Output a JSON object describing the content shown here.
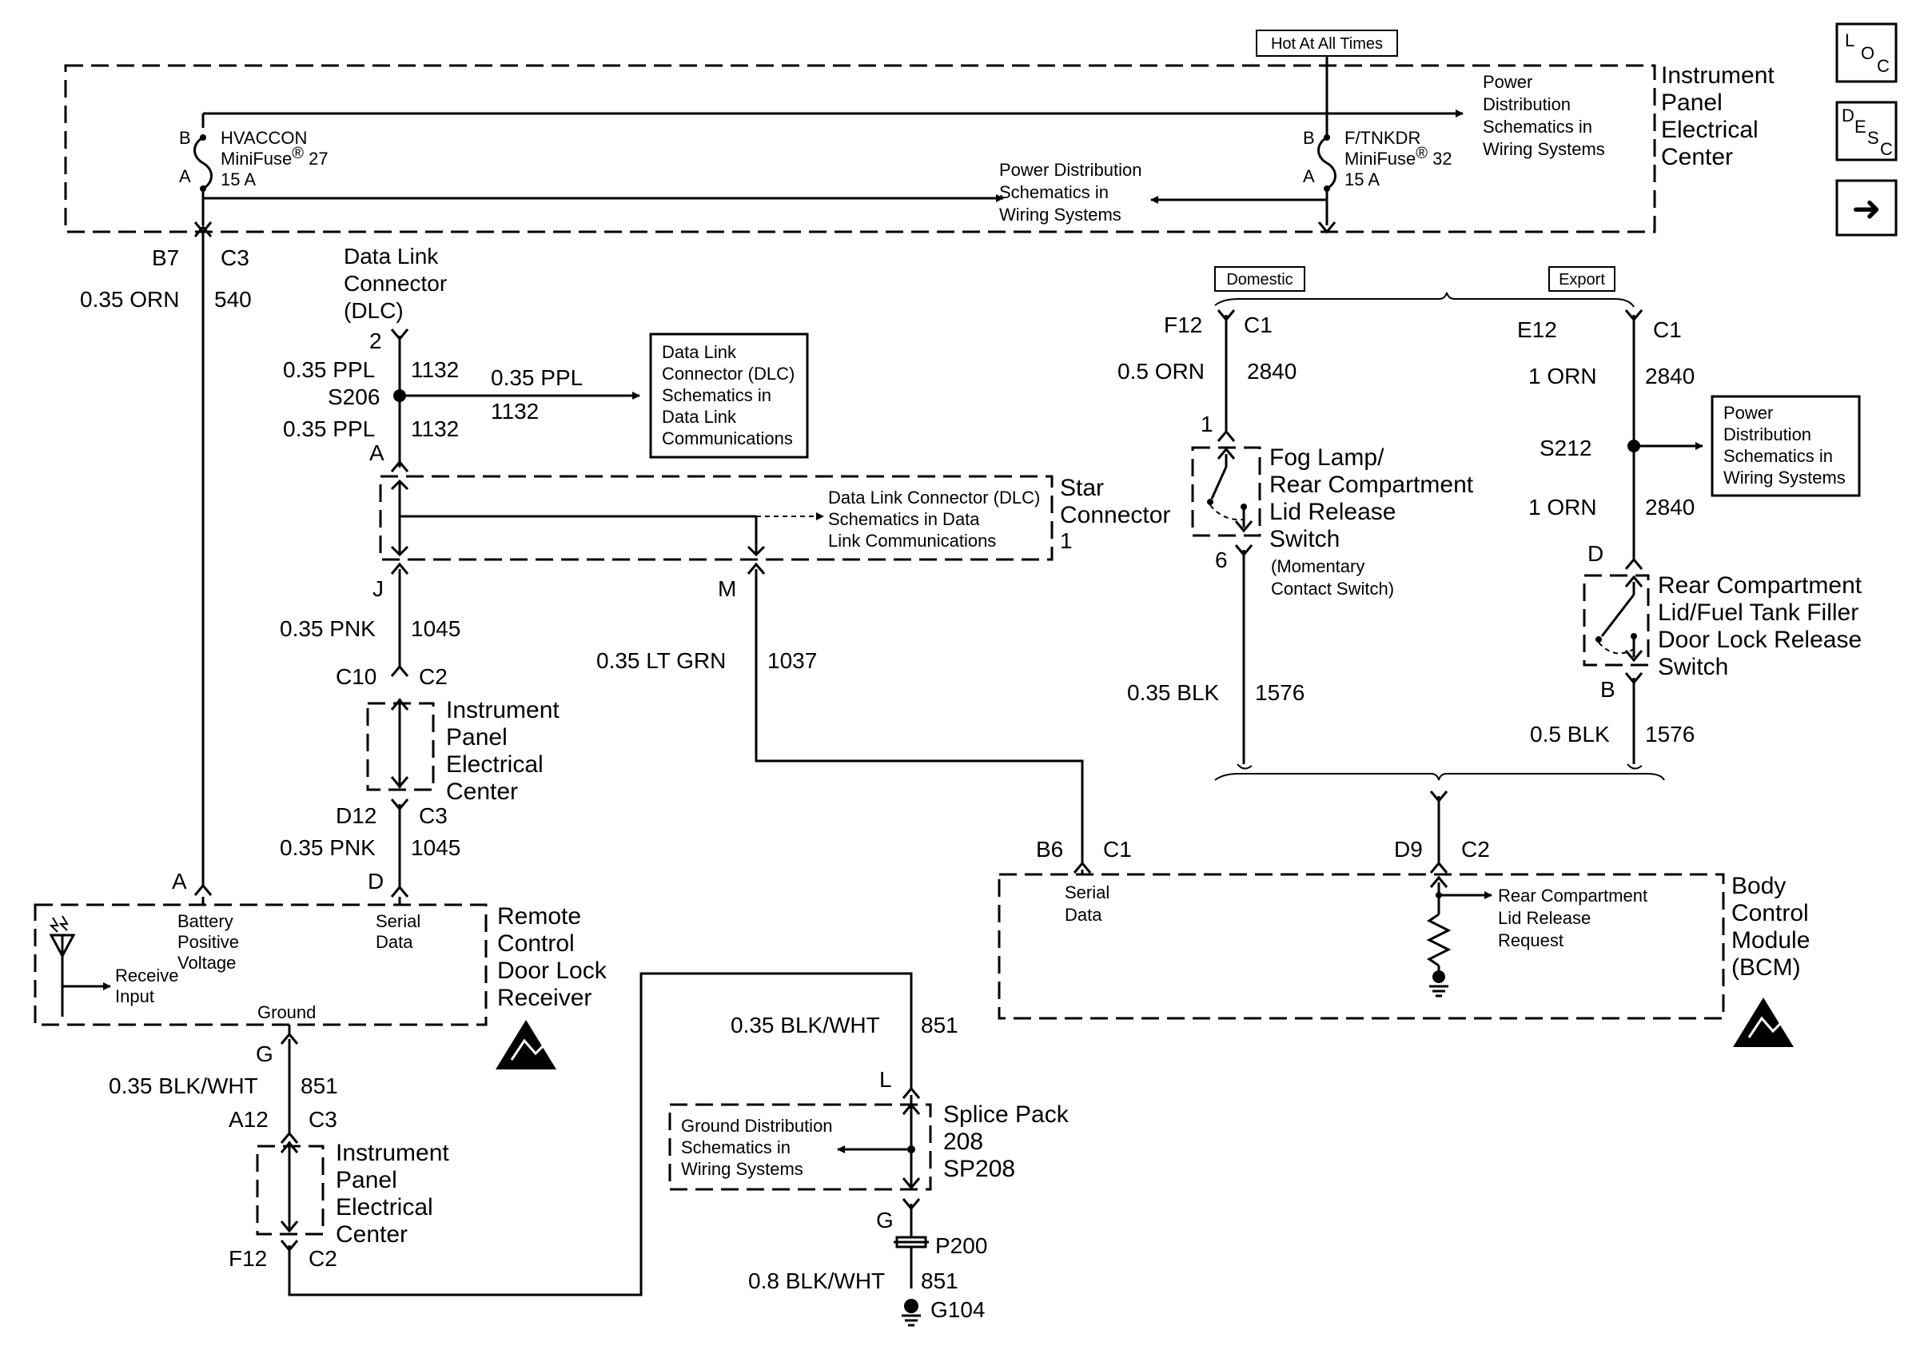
{
  "hot_label": "Hot At All Times",
  "ipec": {
    "title": [
      "Instrument",
      "Panel",
      "Electrical",
      "Center"
    ],
    "fuse_left": {
      "pin_b": "B",
      "pin_a": "A",
      "name": "HVACCON",
      "minifuse": "MiniFuse",
      "reg": "®",
      "number": "27",
      "rating": "15 A"
    },
    "fuse_right": {
      "pin_b": "B",
      "pin_a": "A",
      "name": "F/TNKDR",
      "minifuse": "MiniFuse",
      "reg": "®",
      "number": "32",
      "rating": "15 A"
    },
    "power_ref_mid": [
      "Power Distribution",
      "Schematics in",
      "Wiring Systems"
    ],
    "power_ref_right": [
      "Power",
      "Distribution",
      "Schematics in",
      "Wiring Systems"
    ]
  },
  "side_icons": {
    "loc": [
      "L",
      "O",
      "C"
    ],
    "desc": [
      "D",
      "E",
      "S",
      "C"
    ],
    "next": "➜"
  },
  "left_wire": {
    "pin": "B7",
    "conn": "C3",
    "wire": "0.35 ORN",
    "circuit": "540",
    "receiver_pin": "A"
  },
  "dlc": {
    "title": [
      "Data Link",
      "Connector",
      "(DLC)"
    ],
    "pin": "2",
    "wire1": "0.35 PPL",
    "circuit1": "1132",
    "splice": "S206",
    "branch_wire": "0.35 PPL",
    "branch_circuit": "1132",
    "ref": [
      "Data Link",
      "Connector (DLC)",
      "Schematics in",
      "Data Link",
      "Communications"
    ],
    "wire2": "0.35 PPL",
    "circuit2": "1132",
    "pin_a": "A"
  },
  "star": {
    "title": [
      "Star",
      "Connector",
      "1"
    ],
    "ref": [
      "Data Link Connector (DLC)",
      "Schematics in Data",
      "Link Communications"
    ],
    "pin_j": "J",
    "pin_m": "M"
  },
  "mid_wire": {
    "wire1": "0.35 PNK",
    "circuit1": "1045",
    "pin_c10": "C10",
    "conn_c2": "C2",
    "ipec_title": [
      "Instrument",
      "Panel",
      "Electrical",
      "Center"
    ],
    "pin_d12": "D12",
    "conn_c3": "C3",
    "wire2": "0.35 PNK",
    "circuit2": "1045",
    "receiver_pin": "D"
  },
  "lt_grn": {
    "wire": "0.35 LT GRN",
    "circuit": "1037"
  },
  "receiver": {
    "title": [
      "Remote",
      "Control",
      "Door Lock",
      "Receiver"
    ],
    "battery": [
      "Battery",
      "Positive",
      "Voltage"
    ],
    "serial": [
      "Serial",
      "Data"
    ],
    "receive": [
      "Receive",
      "Input"
    ],
    "ground": "Ground"
  },
  "ground_wire": {
    "pin_g": "G",
    "wire": "0.35 BLK/WHT",
    "circuit": "851",
    "pin_a12": "A12",
    "conn_c3": "C3",
    "ipec_title": [
      "Instrument",
      "Panel",
      "Electrical",
      "Center"
    ],
    "pin_f12": "F12",
    "conn_c2": "C2"
  },
  "splice_pack": {
    "wire": "0.35 BLK/WHT",
    "circuit": "851",
    "pin_l": "L",
    "title": [
      "Splice Pack",
      "208",
      "SP208"
    ],
    "ref": [
      "Ground Distribution",
      "Schematics in",
      "Wiring Systems"
    ],
    "pin_g": "G",
    "p200": "P200",
    "wire2": "0.8 BLK/WHT",
    "circuit2": "851",
    "g104": "G104"
  },
  "domestic": {
    "label": "Domestic",
    "pin": "F12",
    "conn": "C1",
    "wire": "0.5 ORN",
    "circuit": "2840",
    "pin1": "1",
    "switch_title": [
      "Fog Lamp/",
      "Rear Compartment",
      "Lid Release",
      "Switch"
    ],
    "switch_note": [
      "(Momentary",
      "Contact Switch)"
    ],
    "pin6": "6",
    "wire2": "0.35 BLK",
    "circuit2": "1576"
  },
  "export": {
    "label": "Export",
    "pin": "E12",
    "conn": "C1",
    "wire": "1 ORN",
    "circuit": "2840",
    "splice": "S212",
    "ref": [
      "Power",
      "Distribution",
      "Schematics in",
      "Wiring Systems"
    ],
    "wire_b": "1 ORN",
    "circuit_b": "2840",
    "pin_d": "D",
    "switch_title": [
      "Rear Compartment",
      "Lid/Fuel Tank Filler",
      "Door Lock Release",
      "Switch"
    ],
    "pin_b": "B",
    "wire2": "0.5 BLK",
    "circuit2": "1576"
  },
  "bcm": {
    "title": [
      "Body",
      "Control",
      "Module",
      "(BCM)"
    ],
    "pin_b6": "B6",
    "conn_c1": "C1",
    "serial": [
      "Serial",
      "Data"
    ],
    "pin_d9": "D9",
    "conn_c2": "C2",
    "request": [
      "Rear Compartment",
      "Lid Release",
      "Request"
    ]
  }
}
